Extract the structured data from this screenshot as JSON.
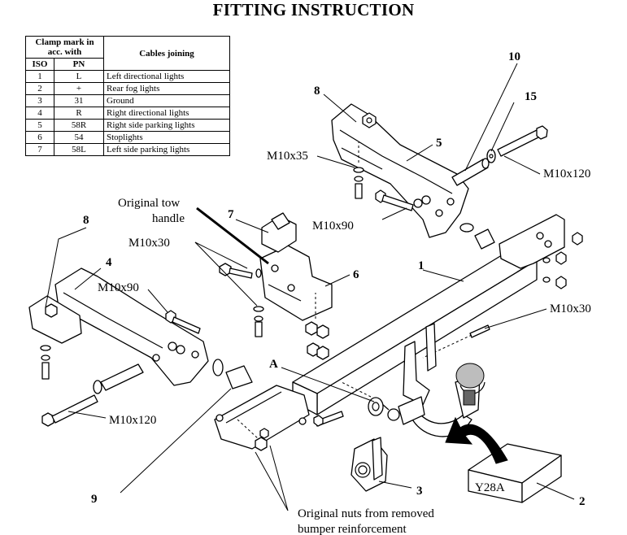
{
  "title": "FITTING INSTRUCTION",
  "table": {
    "header_clamp": "Clamp mark in acc. with",
    "header_cables": "Cables joining",
    "header_iso": "ISO",
    "header_pn": "PN",
    "rows": [
      {
        "iso": "1",
        "pn": "L",
        "desc": "Left directional lights"
      },
      {
        "iso": "2",
        "pn": "+",
        "desc": "Rear fog lights"
      },
      {
        "iso": "3",
        "pn": "31",
        "desc": "Ground"
      },
      {
        "iso": "4",
        "pn": "R",
        "desc": "Right directional lights"
      },
      {
        "iso": "5",
        "pn": "58R",
        "desc": "Right side parking lights"
      },
      {
        "iso": "6",
        "pn": "54",
        "desc": "Stoplights"
      },
      {
        "iso": "7",
        "pn": "58L",
        "desc": "Left side parking lights"
      }
    ]
  },
  "callouts": {
    "n1": "1",
    "n2": "2",
    "n3": "3",
    "n4": "4",
    "n5": "5",
    "n6": "6",
    "n7": "7",
    "n8a": "8",
    "n8b": "8",
    "n9": "9",
    "n10": "10",
    "n15": "15",
    "a": "A"
  },
  "labels": {
    "orig_tow_1": "Original tow",
    "orig_tow_2": "handle",
    "m10x35": "M10x35",
    "m10x120_top": "M10x120",
    "m10x90_top": "M10x90",
    "m10x30_left": "M10x30",
    "m10x90_left": "M10x90",
    "m10x30_right": "M10x30",
    "m10x120_bottom": "M10x120",
    "nuts_1": "Original nuts from removed",
    "nuts_2": "bumper reinforcement",
    "box_code": "Y28A"
  }
}
